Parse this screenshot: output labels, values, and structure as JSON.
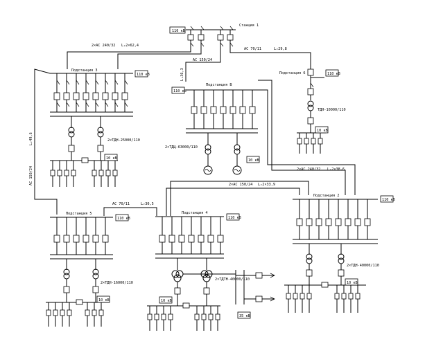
{
  "title": "",
  "stations": {
    "st1": {
      "name": "Станция 1",
      "voltage": "110 кВ"
    },
    "ps3": {
      "name": "Подстанция 3",
      "voltage": "110 кВ",
      "low_voltage": "10 кВ",
      "transformers": "2×ТДН-25000/110"
    },
    "ps6": {
      "name": "Подстанция 6",
      "voltage": "110 кВ",
      "low_voltage": "10 кВ",
      "transformers": "ТДН-10000/110"
    },
    "psB": {
      "name": "Подстанция B",
      "voltage": "110 кВ",
      "low_voltage": "10 кВ",
      "transformers": "2×ТДЦ-63000/110"
    },
    "ps2": {
      "name": "Подстанция 2",
      "voltage": "110 кВ",
      "low_voltage": "10 кВ",
      "transformers": "2×ТДН-40000/110"
    },
    "ps5": {
      "name": "Подстанция 5",
      "voltage": "110 кВ",
      "low_voltage": "10 кВ",
      "transformers": "2×ТДН-16000/110"
    },
    "ps4": {
      "name": "Подстанция 4",
      "voltage": "110 кВ",
      "low_voltage": "10 кВ",
      "mid_voltage": "35 кВ",
      "transformers": "2×ТДТН-40000/110"
    }
  },
  "lines": {
    "l_st1_ps3": {
      "wire": "2×АС 240/32",
      "length": "L₂2×62,4"
    },
    "l_st1_ps6": {
      "wire": "АС 70/11",
      "length": "L₂29,8"
    },
    "l_st1_psB": {
      "wire": "АС 150/24",
      "length": ""
    },
    "l_psB_len": {
      "wire": "",
      "length": "L₂36,3"
    },
    "l_ps3_ps5": {
      "wire": "АС 150/24",
      "length": "L₂49,6"
    },
    "l_psB_ps2": {
      "wire": "2×АС 240/32",
      "length": "L₂2×38,6"
    },
    "l_ps2_ps4": {
      "wire": "2×АС 150/24",
      "length": "L₂2×33,9"
    },
    "l_ps5_ps4": {
      "wire": "АС 70/11",
      "length": "L₂30,5"
    }
  }
}
